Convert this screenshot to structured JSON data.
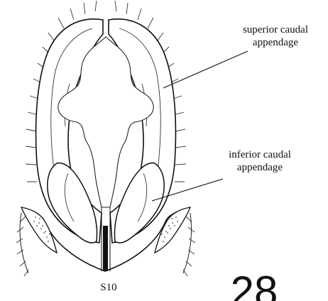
{
  "labels": {
    "superior": [
      "superior caudal",
      "appendage"
    ],
    "inferior": [
      "inferior caudal",
      "appendage"
    ],
    "segment": "S10",
    "figure_number": "28"
  }
}
